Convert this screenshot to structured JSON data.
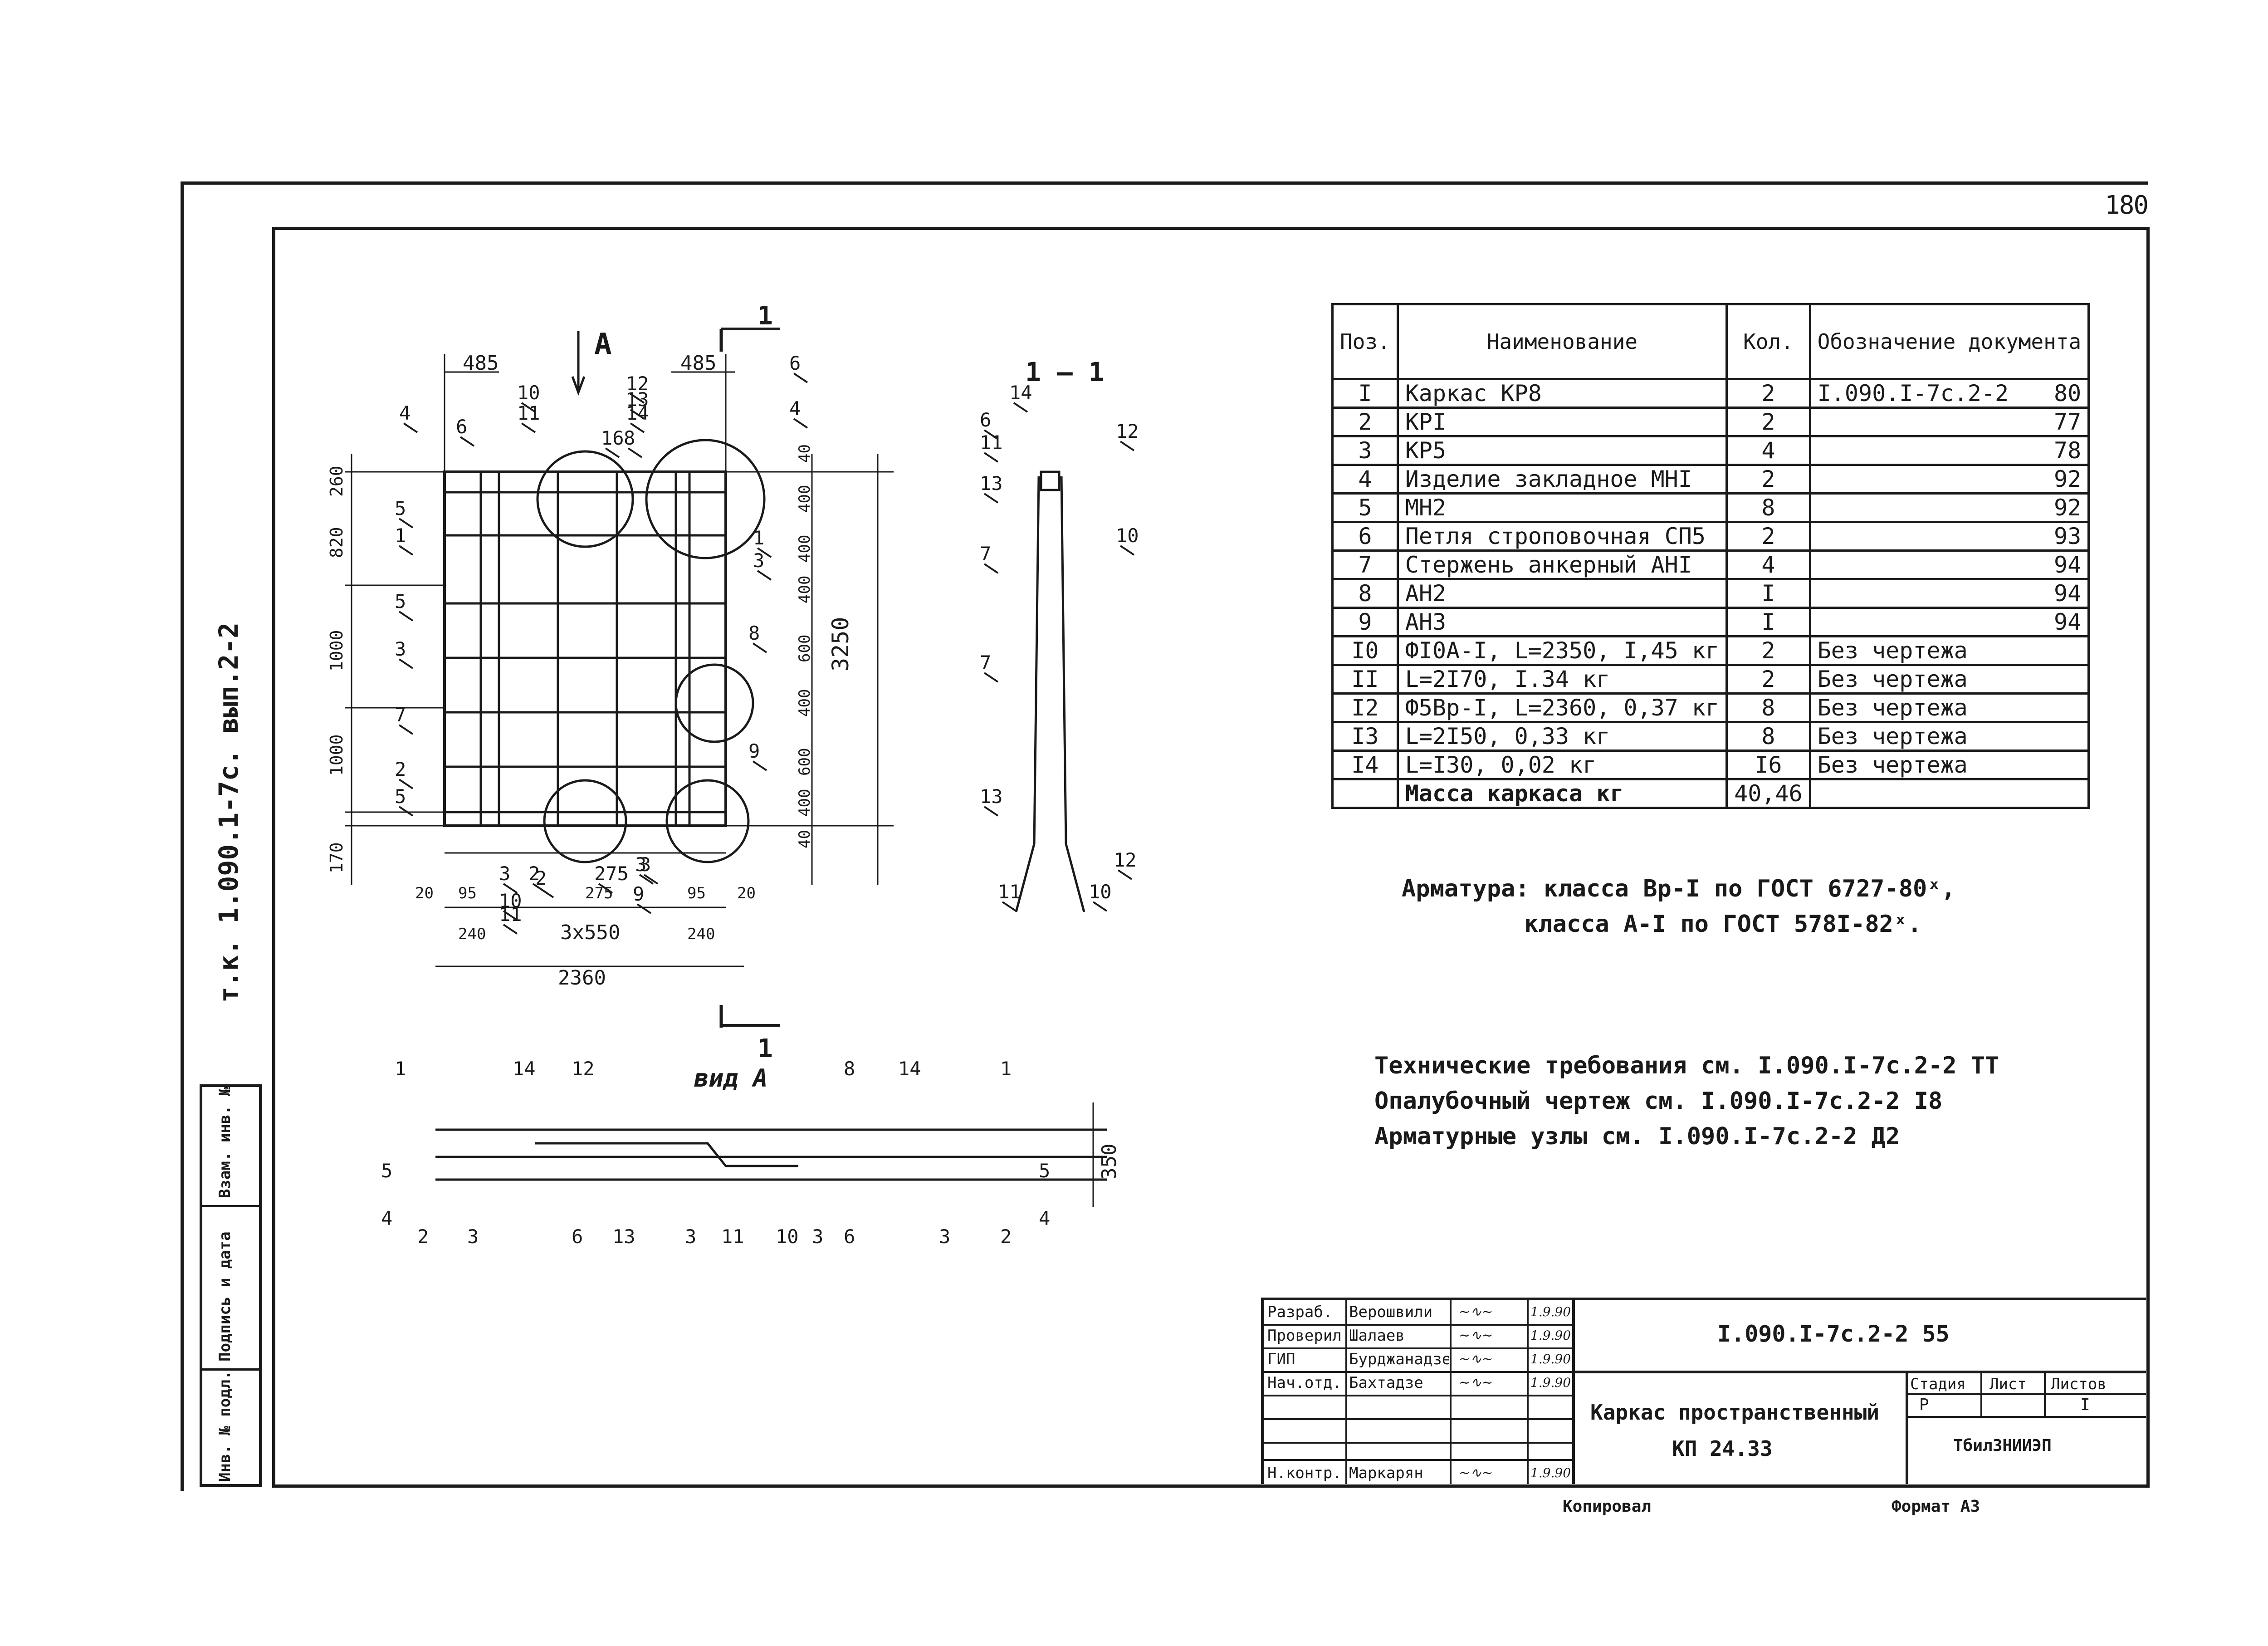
{
  "page": {
    "corner_number": "180"
  },
  "side_code": "т.к. 1.090.1-7с. вып.2-2",
  "side_strip": {
    "inv_no": "Инв. № подл.",
    "sign_date": "Подпись и дата",
    "replace_inv": "Взам. инв. №"
  },
  "drawing": {
    "section_label": "1 – 1",
    "section_mark_top": "1",
    "section_mark_bottom": "1",
    "view_arrow": "A",
    "view_label": "вид А",
    "dims": {
      "top_left": "485",
      "top_right": "485",
      "left": [
        "260",
        "820",
        "1000",
        "1000",
        "170"
      ],
      "right": [
        "40",
        "400",
        "400",
        "400",
        "600",
        "400",
        "600",
        "400",
        "40"
      ],
      "height": "3250",
      "bottom_small": [
        "20",
        "95",
        "275",
        "95",
        "20"
      ],
      "bottom_mid": [
        "240",
        "3х550",
        "240"
      ],
      "bottom_total": "2360",
      "view_height": "350"
    },
    "plan_callouts": [
      "4",
      "6",
      "10",
      "11",
      "12",
      "13",
      "14",
      "16",
      "8",
      "6",
      "4",
      "5",
      "1",
      "5",
      "3",
      "7",
      "2",
      "5",
      "3",
      "10",
      "11",
      "2",
      "275",
      "3",
      "9",
      "3",
      "2",
      "8",
      "9",
      "1",
      "3"
    ],
    "section_callouts": [
      "14",
      "6",
      "11",
      "13",
      "12",
      "10",
      "7",
      "7",
      "13",
      "11",
      "10",
      "12"
    ],
    "view_callouts_top": [
      "1",
      "14",
      "12",
      "8",
      "14",
      "1"
    ],
    "view_callouts_bottom": [
      "5",
      "4",
      "2",
      "3",
      "6",
      "13",
      "3",
      "11",
      "10",
      "3",
      "6",
      "3",
      "2",
      "5",
      "4"
    ]
  },
  "spec_table": {
    "headers": {
      "pos": "Поз.",
      "name": "Наименование",
      "qty": "Кол.",
      "doc": "Обозначение документа"
    },
    "rows": [
      {
        "pos": "I",
        "name": "Каркас КР8",
        "qty": "2",
        "doc": "I.090.I-7с.2-2",
        "sheet": "80"
      },
      {
        "pos": "2",
        "name": "КРI",
        "qty": "2",
        "doc": "",
        "sheet": "77"
      },
      {
        "pos": "3",
        "name": "КР5",
        "qty": "4",
        "doc": "",
        "sheet": "78"
      },
      {
        "pos": "4",
        "name": "Изделие закладное МНI",
        "qty": "2",
        "doc": "",
        "sheet": "92"
      },
      {
        "pos": "5",
        "name": "МН2",
        "qty": "8",
        "doc": "",
        "sheet": "92"
      },
      {
        "pos": "6",
        "name": "Петля строповочная СП5",
        "qty": "2",
        "doc": "",
        "sheet": "93"
      },
      {
        "pos": "7",
        "name": "Стержень анкерный АНI",
        "qty": "4",
        "doc": "",
        "sheet": "94"
      },
      {
        "pos": "8",
        "name": "АН2",
        "qty": "I",
        "doc": "",
        "sheet": "94"
      },
      {
        "pos": "9",
        "name": "АН3",
        "qty": "I",
        "doc": "",
        "sheet": "94"
      },
      {
        "pos": "I0",
        "name": "ФI0А-I, L=2350, I,45 кг",
        "qty": "2",
        "doc": "Без чертежа",
        "sheet": ""
      },
      {
        "pos": "II",
        "name": "L=2I70, I.34 кг",
        "qty": "2",
        "doc": "Без чертежа",
        "sheet": ""
      },
      {
        "pos": "I2",
        "name": "Ф5Вр-I, L=2360, 0,37 кг",
        "qty": "8",
        "doc": "Без чертежа",
        "sheet": ""
      },
      {
        "pos": "I3",
        "name": "L=2I50, 0,33 кг",
        "qty": "8",
        "doc": "Без чертежа",
        "sheet": ""
      },
      {
        "pos": "I4",
        "name": "L=I30, 0,02 кг",
        "qty": "I6",
        "doc": "Без чертежа",
        "sheet": ""
      }
    ],
    "mass_label": "Масса каркаса кг",
    "mass_value": "40,46"
  },
  "notes": {
    "armature_1": "Арматура: класса Вр-I по ГОСТ 6727-80ˣ,",
    "armature_2": "класса А-I по ГОСТ 578I-82ˣ.",
    "tech_1": "Технические требования см. I.090.I-7с.2-2 ТТ",
    "tech_2": "Опалубочный чертеж см. I.090.I-7с.2-2 I8",
    "tech_3": "Арматурные узлы см. I.090.I-7с.2-2 Д2"
  },
  "title_block": {
    "doc_code": "I.090.I-7с.2-2 55",
    "title_1": "Каркас пространственный",
    "title_2": "КП 24.33",
    "stage_label": "Стадия",
    "sheet_label": "Лист",
    "sheets_label": "Листов",
    "stage_value": "Р",
    "sheets_value": "I",
    "org": "ТбилЗНИИЭП",
    "people": [
      {
        "role": "Разраб.",
        "name": "Верошвили",
        "date": "1.9.90"
      },
      {
        "role": "Проверил",
        "name": "Шалаев",
        "date": "1.9.90"
      },
      {
        "role": "ГИП",
        "name": "Бурджанадзе",
        "date": "1.9.90"
      },
      {
        "role": "Нач.отд.",
        "name": "Бахтадзе",
        "date": "1.9.90"
      },
      {
        "role": "Н.контр.",
        "name": "Маркарян",
        "date": "1.9.90"
      }
    ]
  },
  "footer": {
    "copied": "Копировал",
    "format": "Формат А3"
  }
}
